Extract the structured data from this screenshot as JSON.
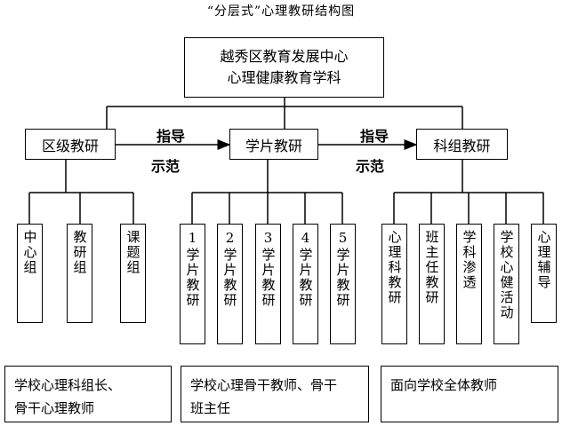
{
  "title": "“分层式”心理教研结构图",
  "root": {
    "line1": "越秀区教育发展中心",
    "line2": "心理健康教育学科"
  },
  "levels": [
    {
      "name": "区级教研",
      "children": [
        "中心组",
        "教研组",
        "课题组"
      ]
    },
    {
      "name": "学片教研",
      "children": [
        "1学片教研",
        "2学片教研",
        "3学片教研",
        "4学片教研",
        "5学片教研"
      ]
    },
    {
      "name": "科组教研",
      "children": [
        "心理科教研",
        "班主任教研",
        "学科渗透",
        "学校心健活动",
        "心理辅导"
      ]
    }
  ],
  "arrows": [
    {
      "top": "指导",
      "bottom": "示范"
    },
    {
      "top": "指导",
      "bottom": "示范"
    }
  ],
  "footers": [
    {
      "line1": "学校心理科组长、",
      "line2": "骨干心理教师"
    },
    {
      "line1": "学校心理骨干教师、骨干",
      "line2": "班主任"
    },
    {
      "line1": "面向学校全体教师",
      "line2": ""
    }
  ]
}
